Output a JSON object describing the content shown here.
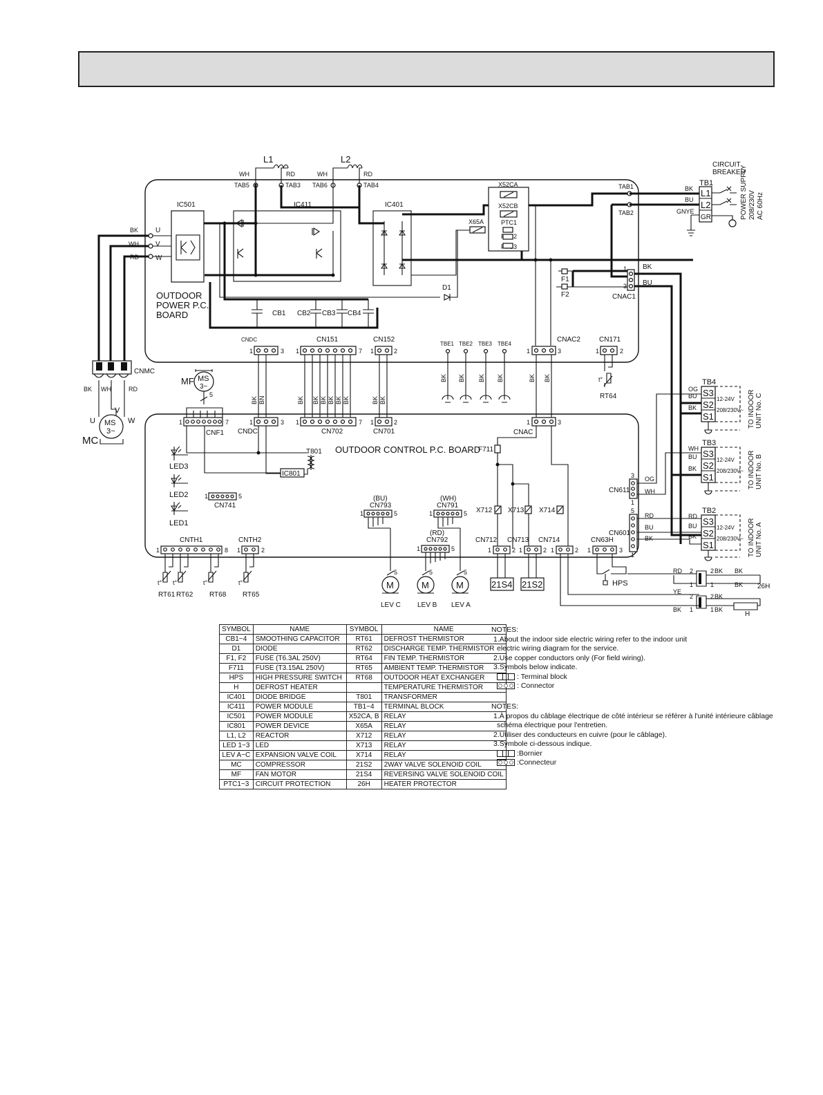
{
  "diagram": {
    "labels": {
      "L1": "L1",
      "L2": "L2",
      "WH": "WH",
      "RD": "RD",
      "BK": "BK",
      "BU": "BU",
      "BN": "BN",
      "OG": "OG",
      "YE": "YE",
      "GNYE": "GNYE",
      "TAB1": "TAB1",
      "TAB2": "TAB2",
      "TAB3": "TAB3",
      "TAB4": "TAB4",
      "TAB5": "TAB5",
      "TAB6": "TAB6",
      "IC501": "IC501",
      "IC411": "IC411",
      "IC401": "IC401",
      "IC801": "IC801",
      "X52CA": "X52CA",
      "X52CB": "X52CB",
      "X65A": "X65A",
      "PTC1": "PTC1",
      "PTC2": "PTC2",
      "PTC3": "PTC3",
      "D1": "D1",
      "F1": "F1",
      "F2": "F2",
      "F711": "F711",
      "CB1": "CB1",
      "CB2": "CB2",
      "CB3": "CB3",
      "CB4": "CB4",
      "CNAC1": "CNAC1",
      "CNAC2": "CNAC2",
      "CNAC": "CNAC",
      "CNDC": "CNDC",
      "CN151": "CN151",
      "CN152": "CN152",
      "CN171": "CN171",
      "CN702": "CN702",
      "CN701": "CN701",
      "CNF1": "CNF1",
      "CNMC": "CNMC",
      "CN741": "CN741",
      "CN793": "CN793",
      "CN791": "CN791",
      "CN792": "CN792",
      "CN712": "CN712",
      "CN713": "CN713",
      "CN714": "CN714",
      "CN63H": "CN63H",
      "CN611": "CN611",
      "CN601": "CN601",
      "CNTH1": "CNTH1",
      "CNTH2": "CNTH2",
      "TBE1": "TBE1",
      "TBE2": "TBE2",
      "TBE3": "TBE3",
      "TBE4": "TBE4",
      "TB1": "TB1",
      "TB2": "TB2",
      "TB3": "TB3",
      "TB4": "TB4",
      "T801": "T801",
      "RT61": "RT61",
      "RT62": "RT62",
      "RT64": "RT64",
      "RT65": "RT65",
      "RT68": "RT68",
      "LED1": "LED1",
      "LED2": "LED2",
      "LED3": "LED3",
      "X712": "X712",
      "X713": "X713",
      "X714": "X714",
      "21S4": "21S4",
      "21S2": "21S2",
      "HPS": "HPS",
      "26H": "26H",
      "H": "H",
      "LEV_A": "LEV A",
      "LEV_B": "LEV B",
      "LEV_C": "LEV C",
      "BU_paren": "(BU)",
      "WH_paren": "(WH)",
      "RD_paren": "(RD)",
      "MF": "MF",
      "MC": "MC",
      "MS": "MS",
      "phase": "3~",
      "M": "M",
      "U": "U",
      "V": "V",
      "W": "W",
      "L1_term": "L1",
      "L2_term": "L2",
      "GR": "GR",
      "S1": "S1",
      "S2": "S2",
      "S3": "S3",
      "v12_24": "12-24V",
      "v208": "208/230V~",
      "outdoor_power_1": "OUTDOOR",
      "outdoor_power_2": "POWER P.C.",
      "outdoor_power_3": "BOARD",
      "control_board": "OUTDOOR CONTROL P.C. BOARD",
      "circuit": "CIRCUIT",
      "breaker": "BREAKER",
      "power_supply_1": "POWER SUPPLY",
      "power_supply_2": "208/230V",
      "power_supply_3": "AC 60Hz",
      "to_indoor": "TO INDOOR",
      "unit_a": "UNIT No. A",
      "unit_b": "UNIT No. B",
      "unit_c": "UNIT No. C",
      "n1": "1",
      "n2": "2",
      "n3": "3",
      "n5": "5",
      "n7": "7",
      "n8": "8",
      "t": "t°"
    }
  },
  "symbol_table": {
    "headers": [
      "SYMBOL",
      "NAME",
      "SYMBOL",
      "NAME"
    ],
    "rows": [
      [
        "CB1~4",
        "SMOOTHING CAPACITOR",
        "RT61",
        "DEFROST THERMISTOR"
      ],
      [
        "D1",
        "DIODE",
        "RT62",
        "DISCHARGE TEMP. THERMISTOR"
      ],
      [
        "F1, F2",
        "FUSE (T6.3AL 250V)",
        "RT64",
        "FIN TEMP. THERMISTOR"
      ],
      [
        "F711",
        "FUSE (T3.15AL 250V)",
        "RT65",
        "AMBIENT TEMP. THERMISTOR"
      ],
      [
        "HPS",
        "HIGH PRESSURE SWITCH",
        "RT68",
        "OUTDOOR HEAT EXCHANGER"
      ],
      [
        "H",
        "DEFROST HEATER",
        "",
        "TEMPERATURE THERMISTOR"
      ],
      [
        "IC401",
        "DIODE BRIDGE",
        "T801",
        "TRANSFORMER"
      ],
      [
        "IC411",
        "POWER MODULE",
        "TB1~4",
        "TERMINAL BLOCK"
      ],
      [
        "IC501",
        "POWER MODULE",
        "X52CA, B",
        "RELAY"
      ],
      [
        "IC801",
        "POWER DEVICE",
        "X65A",
        "RELAY"
      ],
      [
        "L1, L2",
        "REACTOR",
        "X712",
        "RELAY"
      ],
      [
        "LED 1~3",
        "LED",
        "X713",
        "RELAY"
      ],
      [
        "LEV A~C",
        "EXPANSION VALVE COIL",
        "X714",
        "RELAY"
      ],
      [
        "MC",
        "COMPRESSOR",
        "21S2",
        "2WAY VALVE SOLENOID COIL"
      ],
      [
        "MF",
        "FAN MOTOR",
        "21S4",
        "REVERSING VALVE SOLENOID COIL"
      ],
      [
        "PTC1~3",
        "CIRCUIT PROTECTION",
        "26H",
        "HEATER PROTECTOR"
      ]
    ]
  },
  "notes_en": {
    "title": "NOTES:",
    "items": [
      "1.About the indoor side electric wiring refer to the indoor unit",
      "electric wiring diagram for the service.",
      "2.Use copper conductors only (For field wiring).",
      "3.Symbols below indicate."
    ],
    "terminal_block": ": Terminal block",
    "connector": ": Connector"
  },
  "notes_fr": {
    "title": "NOTES:",
    "items": [
      "1.À propos du câblage électrique de côté intérieur se référer à l'unité intérieure câblage",
      "schéma électrique pour l'entretien.",
      "2.Utiliser des conducteurs en cuivre (pour le câblage).",
      "3.Symbole ci-dessous indique."
    ],
    "terminal_block": ":Bornier",
    "connector": ":Connecteur"
  }
}
